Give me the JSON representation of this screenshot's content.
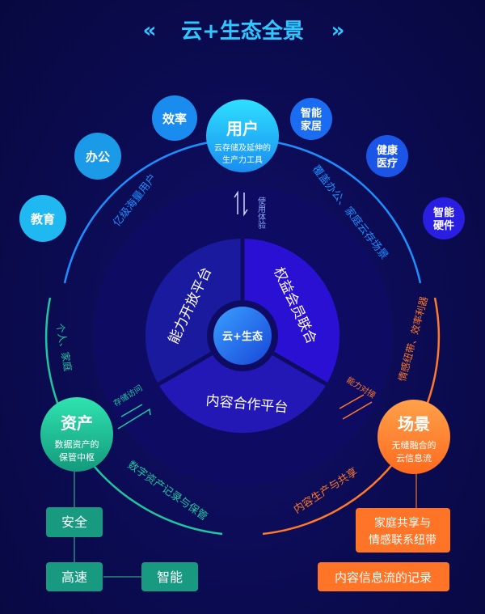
{
  "title": {
    "left_deco": "«",
    "text": "云+生态全景",
    "right_deco": "»"
  },
  "colors": {
    "blue": "#1e8fff",
    "teal": "#1fc7a0",
    "orange": "#ff7a2a",
    "title": "#2ec8ff"
  },
  "user": {
    "title": "用户",
    "line1": "云存储及延伸的",
    "line2": "生产力工具"
  },
  "user_bubbles": [
    "教育",
    "办公",
    "效率"
  ],
  "right_bubbles": [
    [
      "智能",
      "家居"
    ],
    [
      "健康",
      "医疗"
    ],
    [
      "智能",
      "硬件"
    ]
  ],
  "arc_labels": {
    "top_left": "亿级海量用户",
    "top_right": "覆盖办公、家庭云存场景",
    "left": "个人、家庭",
    "right": "情感纽带、效率利器",
    "bottom_left": "数字资产记录与保管",
    "bottom_right": "内容生产与共享"
  },
  "arrows": {
    "top": "使用体验",
    "left": "存储访问",
    "right": "能力对接"
  },
  "sectors": {
    "left": "能力开放平台",
    "right": "权益会员联合",
    "bottom": "内容合作平台"
  },
  "center": "云+生态",
  "asset": {
    "title": "资产",
    "line1": "数据资产的",
    "line2": "保管中枢",
    "boxes": [
      "安全",
      "高速",
      "智能"
    ]
  },
  "scene": {
    "title": "场景",
    "line1": "无缝融合的",
    "line2": "云信息流",
    "box1_line1": "家庭共享与",
    "box1_line2": "情感联系纽带",
    "box2": "内容信息流的记录"
  }
}
